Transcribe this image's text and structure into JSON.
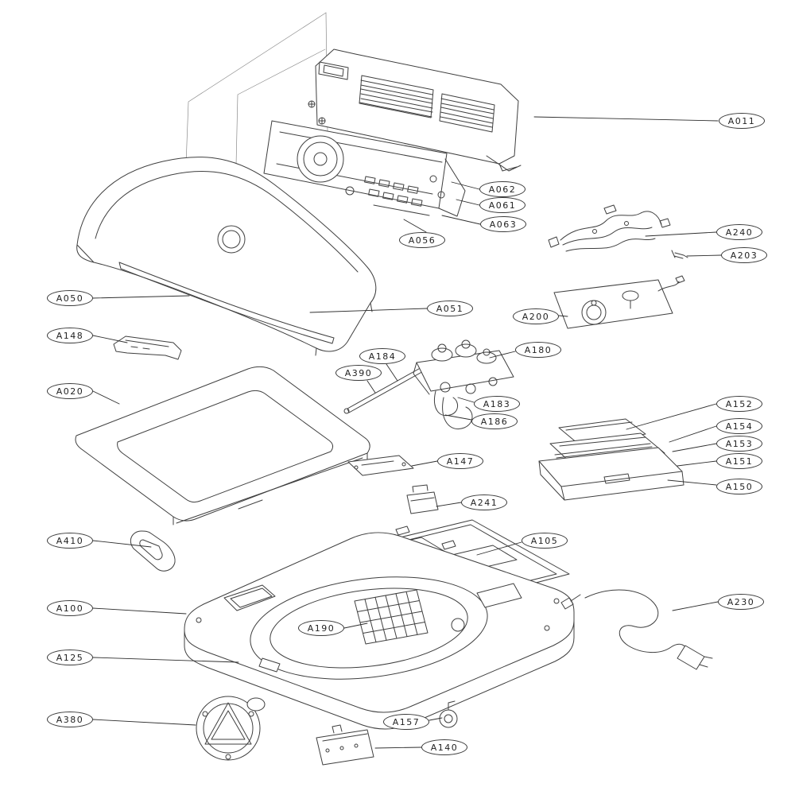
{
  "diagram": {
    "line_color": "#3f3f3f",
    "labels": {
      "a011": "A011",
      "a062": "A062",
      "a061": "A061",
      "a063": "A063",
      "a056": "A056",
      "a240": "A240",
      "a203": "A203",
      "a200": "A200",
      "a050": "A050",
      "a051": "A051",
      "a148": "A148",
      "a184": "A184",
      "a390": "A390",
      "a180": "A180",
      "a183": "A183",
      "a186": "A186",
      "a020": "A020",
      "a152": "A152",
      "a154": "A154",
      "a153": "A153",
      "a151": "A151",
      "a150": "A150",
      "a147": "A147",
      "a241": "A241",
      "a410": "A410",
      "a105": "A105",
      "a100": "A100",
      "a230": "A230",
      "a190": "A190",
      "a125": "A125",
      "a157": "A157",
      "a380": "A380",
      "a140": "A140"
    }
  }
}
